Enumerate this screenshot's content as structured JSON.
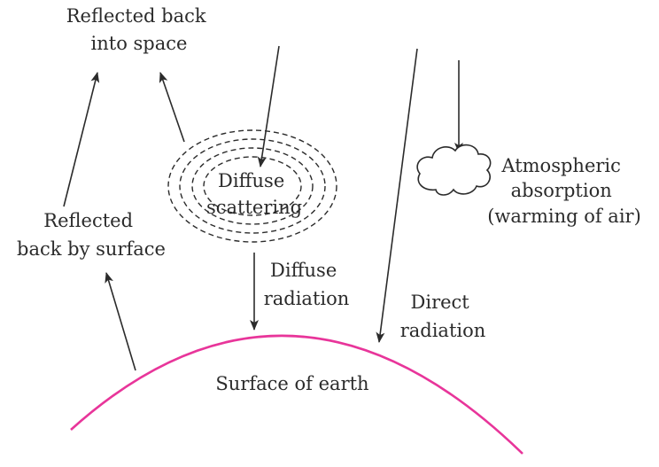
{
  "colors": {
    "earth_surface": "#e8359a",
    "ink": "#2b2b2b"
  },
  "icons": {
    "cloud": "cloud-icon"
  },
  "labels": {
    "reflected_space": [
      "Reflected back",
      "into space"
    ],
    "diffuse_scattering": [
      "Diffuse",
      "scattering"
    ],
    "atmospheric_absorption": [
      "Atmospheric",
      "absorption",
      "(warming of air)"
    ],
    "reflected_surface": [
      "Reflected",
      "back by surface"
    ],
    "diffuse_radiation": [
      "Diffuse",
      "radiation"
    ],
    "direct_radiation": [
      "Direct",
      "radiation"
    ],
    "surface": "Surface of earth"
  }
}
